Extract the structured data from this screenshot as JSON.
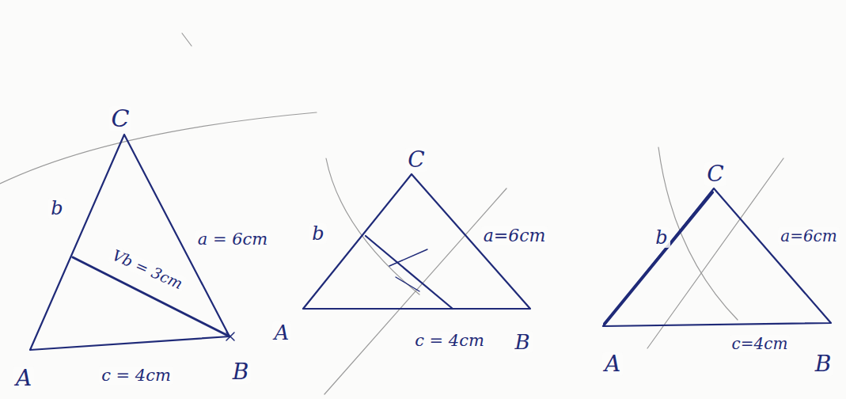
{
  "diagram": {
    "labels": [
      "C",
      "b",
      "a = 6cm",
      "Vb = 3cm",
      "A",
      "c = 4cm",
      "B",
      "C",
      "b",
      "a=6cm",
      "A",
      "c = 4cm",
      "B",
      "C",
      "b",
      "a=6cm",
      "A",
      "c=4cm",
      "B"
    ]
  }
}
